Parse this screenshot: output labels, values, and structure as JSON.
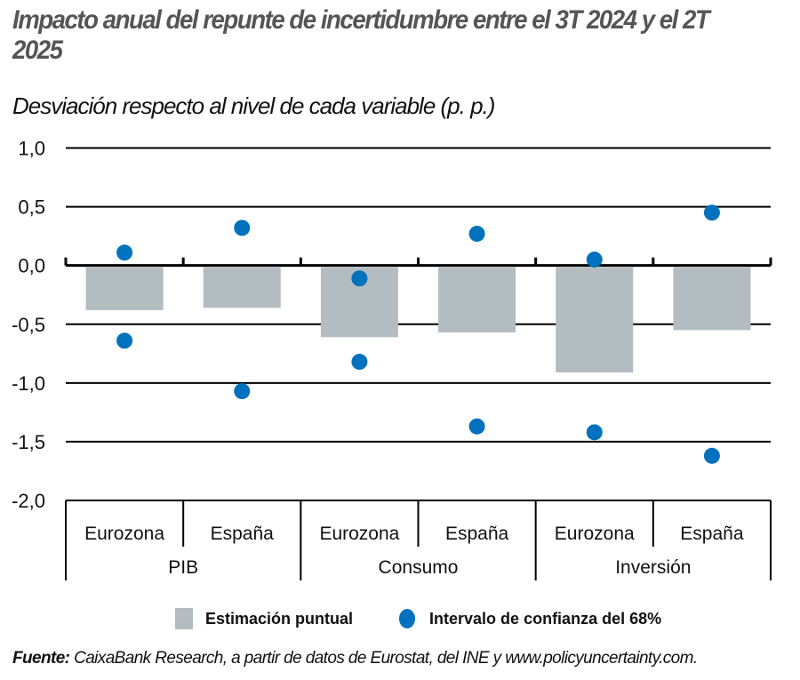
{
  "header": {
    "title": "Impacto anual del repunte de incertidumbre entre el 3T 2024 y el 2T 2025",
    "subtitle": "Desviación respecto al nivel de cada variable (p. p.)"
  },
  "legend": {
    "bar_label": "Estimación puntual",
    "dot_label": "Intervalo de confianza del 68%"
  },
  "source": {
    "prefix": "Fuente:",
    "text": " CaixaBank Research, a partir de datos de Eurostat, del INE y www.policyuncertainty.com."
  },
  "colors": {
    "bar": "#b2bcc1",
    "dot": "#0071bc",
    "grid": "#000000",
    "title": "#555555"
  },
  "chart_data": {
    "type": "bar",
    "title": "Impacto anual del repunte de incertidumbre entre el 3T 2024 y el 2T 2025",
    "subtitle": "Desviación respecto al nivel de cada variable (p. p.)",
    "xlabel": "",
    "ylabel": "",
    "ylim": [
      -2.0,
      1.0
    ],
    "yticks": [
      1.0,
      0.5,
      0.0,
      -0.5,
      -1.0,
      -1.5,
      -2.0
    ],
    "ytick_labels": [
      "1,0",
      "0,5",
      "0,0",
      "-0,5",
      "-1,0",
      "-1,5",
      "-2,0"
    ],
    "grid": true,
    "legend_position": "bottom",
    "groups": [
      "PIB",
      "Consumo",
      "Inversión"
    ],
    "categories": [
      "Eurozona",
      "España",
      "Eurozona",
      "España",
      "Eurozona",
      "España"
    ],
    "category_groups": [
      "PIB",
      "PIB",
      "Consumo",
      "Consumo",
      "Inversión",
      "Inversión"
    ],
    "series": [
      {
        "name": "Estimación puntual",
        "type": "bar",
        "values": [
          -0.38,
          -0.36,
          -0.61,
          -0.57,
          -0.91,
          -0.55
        ]
      },
      {
        "name": "Intervalo de confianza del 68% (superior)",
        "type": "scatter",
        "values": [
          0.11,
          0.32,
          -0.11,
          0.27,
          0.05,
          0.45
        ]
      },
      {
        "name": "Intervalo de confianza del 68% (inferior)",
        "type": "scatter",
        "values": [
          -0.64,
          -1.07,
          -0.82,
          -1.37,
          -1.42,
          -1.62
        ]
      }
    ]
  }
}
